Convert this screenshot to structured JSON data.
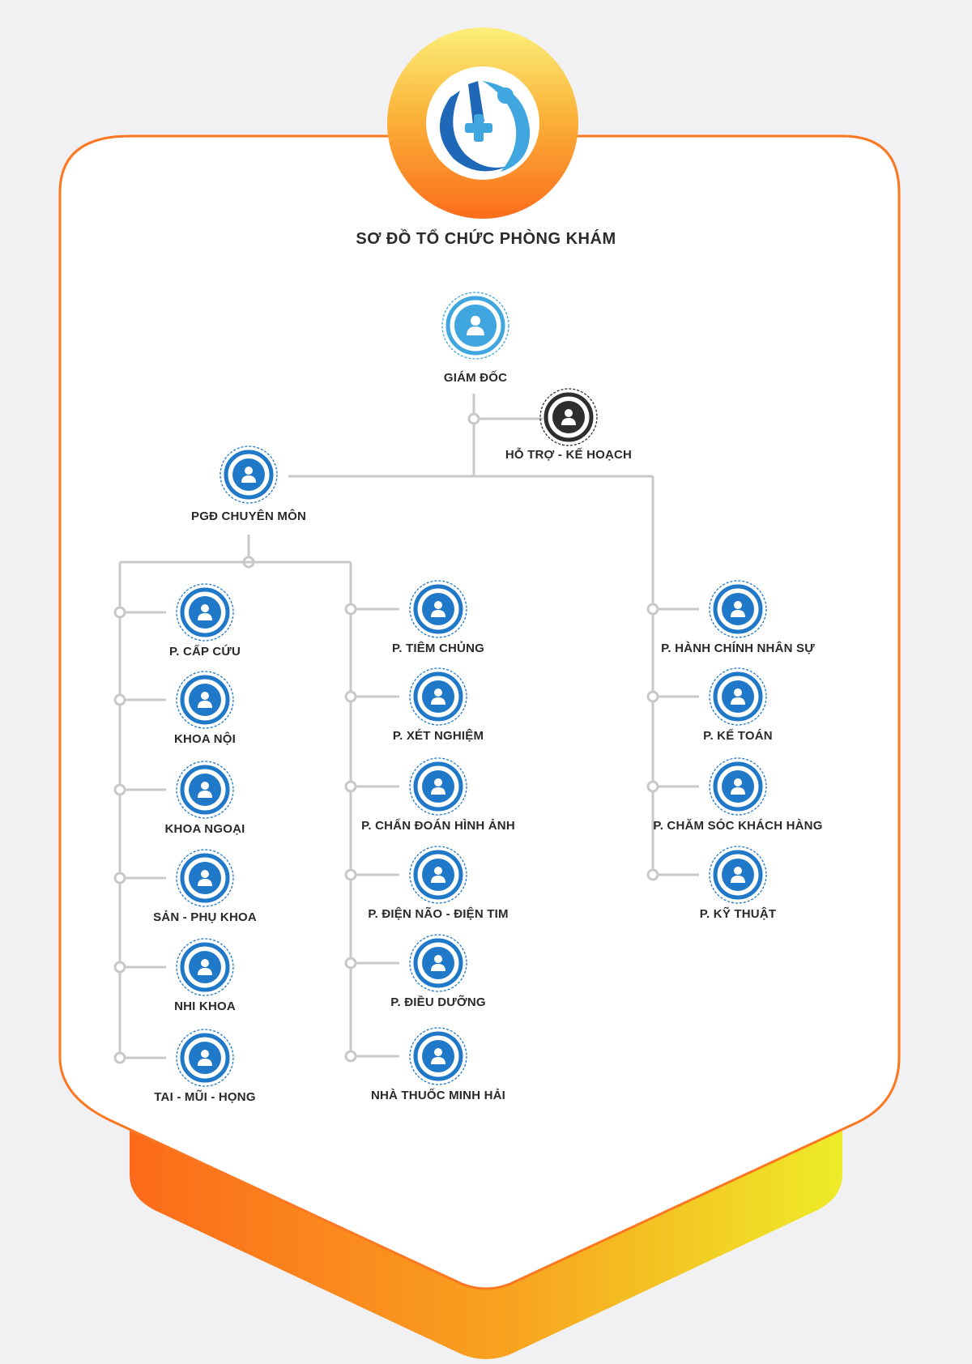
{
  "title": "SƠ ĐỒ TỔ CHỨC PHÒNG KHÁM",
  "logo_icon": "clinic-logo-icon",
  "colors": {
    "orange": "#fb7722",
    "yellow": "#eeec28",
    "blue": "#1f78c8",
    "light_blue": "#3fa6e0",
    "dark": "#2e2e2e",
    "line": "#c8c8c8"
  },
  "nodes": {
    "director": {
      "label": "GIÁM ĐỐC",
      "icon": "director-icon"
    },
    "support": {
      "label": "HỖ TRỢ - KẾ HOẠCH",
      "icon": "support-icon"
    },
    "deputy": {
      "label": "PGĐ CHUYÊN MÔN",
      "icon": "deputy-icon"
    }
  },
  "col1": [
    {
      "label": "P. CẤP CỨU"
    },
    {
      "label": "KHOA NỘI"
    },
    {
      "label": "KHOA NGOẠI"
    },
    {
      "label": "SẢN - PHỤ KHOA"
    },
    {
      "label": "NHI KHOA"
    },
    {
      "label": "TAI - MŨI - HỌNG"
    }
  ],
  "col2": [
    {
      "label": "P. TIÊM CHỦNG"
    },
    {
      "label": "P. XÉT NGHIỆM"
    },
    {
      "label": "P. CHẨN ĐOÁN HÌNH ẢNH"
    },
    {
      "label": "P. ĐIỆN NÃO - ĐIỆN TIM"
    },
    {
      "label": "P. ĐIỀU DƯỠNG"
    },
    {
      "label": "NHÀ THUỐC MINH HẢI"
    }
  ],
  "col3": [
    {
      "label": "P. HÀNH CHÍNH NHÂN SỰ"
    },
    {
      "label": "P. KẾ TOÁN"
    },
    {
      "label": "P. CHĂM SÓC KHÁCH HÀNG"
    },
    {
      "label": "P. KỸ THUẬT"
    }
  ]
}
